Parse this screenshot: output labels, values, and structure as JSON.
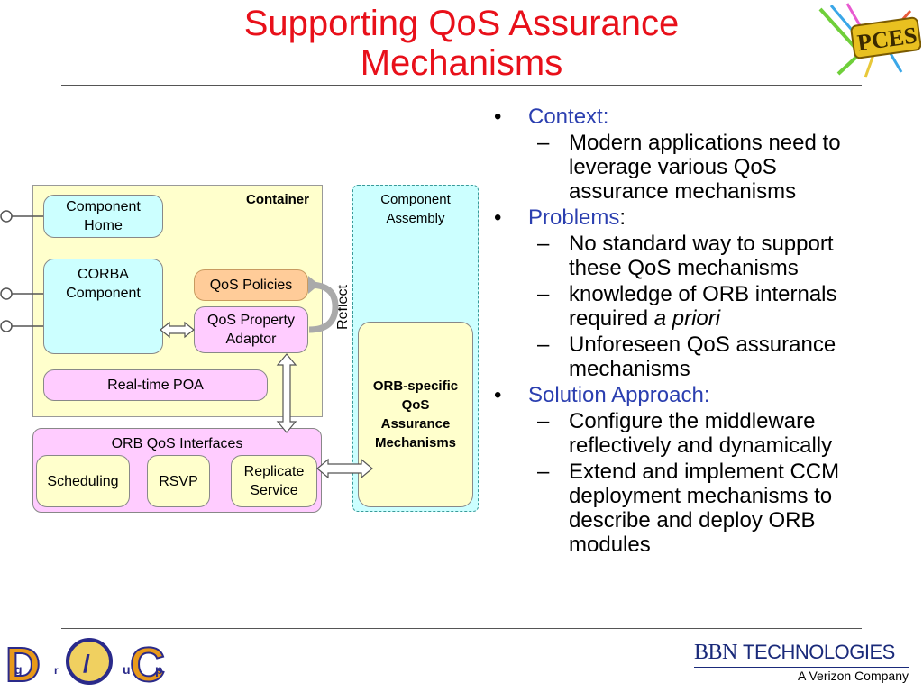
{
  "slide": {
    "title_line1": "Supporting QoS Assurance",
    "title_line2": "Mechanisms"
  },
  "diagram": {
    "container_label": "Container",
    "component_home": [
      "Component",
      "Home"
    ],
    "corba_component": [
      "CORBA",
      "Component"
    ],
    "qos_policies": "QoS Policies",
    "qos_property_adaptor": [
      "QoS Property",
      "Adaptor"
    ],
    "realtime_poa": "Real-time POA",
    "reflect": "Reflect",
    "component_assembly": [
      "Component",
      "Assembly"
    ],
    "orb_specific": [
      "ORB-specific",
      "QoS",
      "Assurance",
      "Mechanisms"
    ],
    "orb_qos_interfaces": "ORB QoS Interfaces",
    "scheduling": "Scheduling",
    "rsvp": "RSVP",
    "replicate_service": [
      "Replicate",
      "Service"
    ]
  },
  "bullets": {
    "context": {
      "heading": "Context:",
      "items": [
        [
          "Modern applications need to",
          "leverage various QoS",
          "assurance mechanisms"
        ]
      ]
    },
    "problems": {
      "heading": "Problems",
      "heading_suffix": ":",
      "items": [
        [
          "No standard way to support",
          "these QoS mechanisms"
        ],
        [
          "knowledge of ORB internals"
        ],
        [
          "Unforeseen QoS assurance",
          "mechanisms"
        ]
      ],
      "required_prefix": "required ",
      "required_italic": "a priori"
    },
    "solution": {
      "heading": "Solution Approach:",
      "items": [
        [
          "Configure the middleware",
          "reflectively and dynamically"
        ],
        [
          "Extend and implement CCM",
          "deployment mechanisms to",
          "describe and deploy ORB",
          "modules"
        ]
      ]
    }
  },
  "footer": {
    "doc_logo_letters": [
      "D",
      "O",
      "C"
    ],
    "doc_logo_small": [
      "g",
      "r",
      "/",
      "u",
      "p"
    ],
    "bbn_prefix": "BBN",
    "bbn_suffix": "TECHNOLOGIES",
    "verizon": "A Verizon Company",
    "pces_logo": "PCES"
  },
  "colors": {
    "title": "#e8101a",
    "heading_blue": "#2b3fb0",
    "cyan_box": "#ccffff",
    "pink_box": "#ffccff",
    "cream_box": "#ffffcc",
    "orange_box": "#ffcc99"
  }
}
